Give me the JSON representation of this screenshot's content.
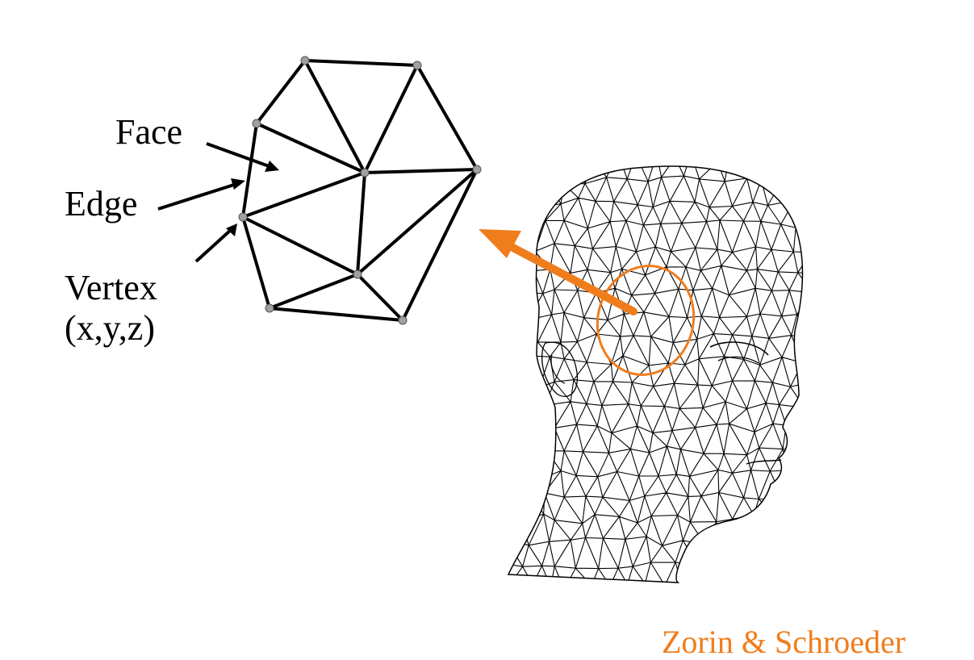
{
  "labels": {
    "face": "Face",
    "edge": "Edge",
    "vertex": "Vertex",
    "vertex_coords": "(x,y,z)"
  },
  "credit": "Zorin & Schroeder",
  "colors": {
    "accent": "#f07d1c",
    "ink": "#000000",
    "vertex_fill": "#a0a0a0",
    "background": "#ffffff"
  },
  "icons": {
    "head": "wireframe-head-icon"
  }
}
